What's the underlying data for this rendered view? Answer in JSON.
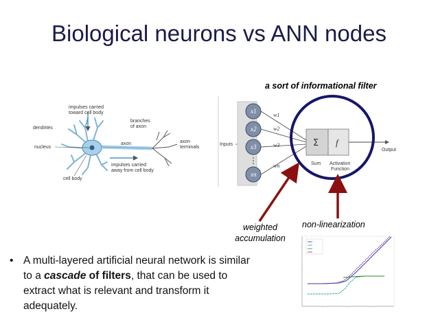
{
  "slide": {
    "title": "Biological neurons vs ANN nodes",
    "filter_note": "a sort of informational filter",
    "weighted_line1": "weighted",
    "weighted_line2": "accumulation",
    "nonlinear_note": "non-linearization",
    "bullet": {
      "part1": "A multi-layered artificial neural network is similar to a ",
      "emph": "cascade",
      "part2": " of filters",
      "part3": ", that can be used to extract what is relevant and transform it adequately."
    }
  },
  "neuron_diagram": {
    "impulses_in": [
      "impulses carried",
      "toward cell body"
    ],
    "branches": [
      "branches",
      "of axon"
    ],
    "dendrites": "dendrites",
    "nucleus": "nucleus",
    "axon": "axon",
    "axon_terminals": [
      "axon",
      "terminals"
    ],
    "impulses_out": [
      "impulses carried",
      "away from cell body"
    ],
    "cell_body": "cell body"
  },
  "ann_diagram": {
    "inputs_label": "Inputs",
    "input_nodes": [
      "x1",
      "x2",
      "x3",
      "xn"
    ],
    "weights": [
      "w1",
      "w2",
      "w3",
      "wn"
    ],
    "sum_symbol": "Σ",
    "activation_symbol": "f",
    "sum_label": "Sum",
    "activation_label": [
      "Activation",
      "Function"
    ],
    "output_label": "Output"
  },
  "colors": {
    "title": "#1b1b4a",
    "circle": "#16166a",
    "arrow": "#8b1010",
    "neuron": "#7fb4d6"
  }
}
